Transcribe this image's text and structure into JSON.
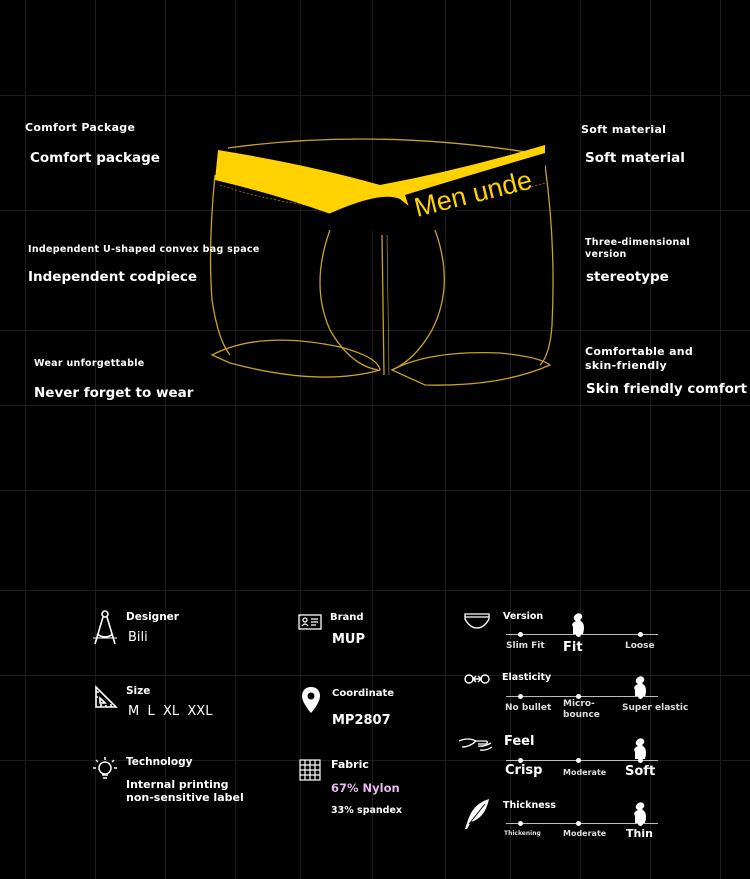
{
  "labels": {
    "tl_small": "Comfort Package",
    "tl_big": "Comfort package",
    "ml_small": "Independent U-shaped convex bag space",
    "ml_big": "Independent codpiece",
    "bl_small": "Wear unforgettable",
    "bl_big": "Never forget to wear",
    "tr_small": "Soft material",
    "tr_big": "Soft material",
    "mr_small_1": "Three-dimensional",
    "mr_small_2": "version",
    "mr_big": "stereotype",
    "br_small_1": "Comfortable and",
    "br_small_2": "skin-friendly",
    "br_big": "Skin friendly comfort"
  },
  "product": {
    "waistband_text": "Men unde",
    "accent_color": "#ffd200",
    "outline_color": "#c9a227"
  },
  "specs": {
    "designer_title": "Designer",
    "designer_value": "Bili",
    "size_title": "Size",
    "size_value": "M  L  XL  XXL",
    "technology_title": "Technology",
    "technology_value_1": "Internal printing",
    "technology_value_2": "non-sensitive label",
    "brand_title": "Brand",
    "brand_value": "MUP",
    "coordinate_title": "Coordinate",
    "coordinate_value": "MP2807",
    "fabric_title": "Fabric",
    "fabric_value_1": "67% Nylon",
    "fabric_value_2": "33% spandex",
    "fabric_accent": "#e8b8ee"
  },
  "scales": {
    "version_title": "Version",
    "version_labels": [
      "Slim Fit",
      "Fit",
      "Loose"
    ],
    "version_level": 0.5,
    "elasticity_title": "Elasticity",
    "elasticity_labels": [
      "No bullet",
      "Micro-bounce",
      "Super elastic"
    ],
    "elasticity_level": 1.0,
    "feel_title": "Feel",
    "feel_labels": [
      "Crisp",
      "Moderate",
      "Soft"
    ],
    "feel_level": 1.0,
    "thickness_title": "Thickness",
    "thickness_labels": [
      "Thickening",
      "Moderate",
      "Thin"
    ],
    "thickness_level": 1.0
  }
}
